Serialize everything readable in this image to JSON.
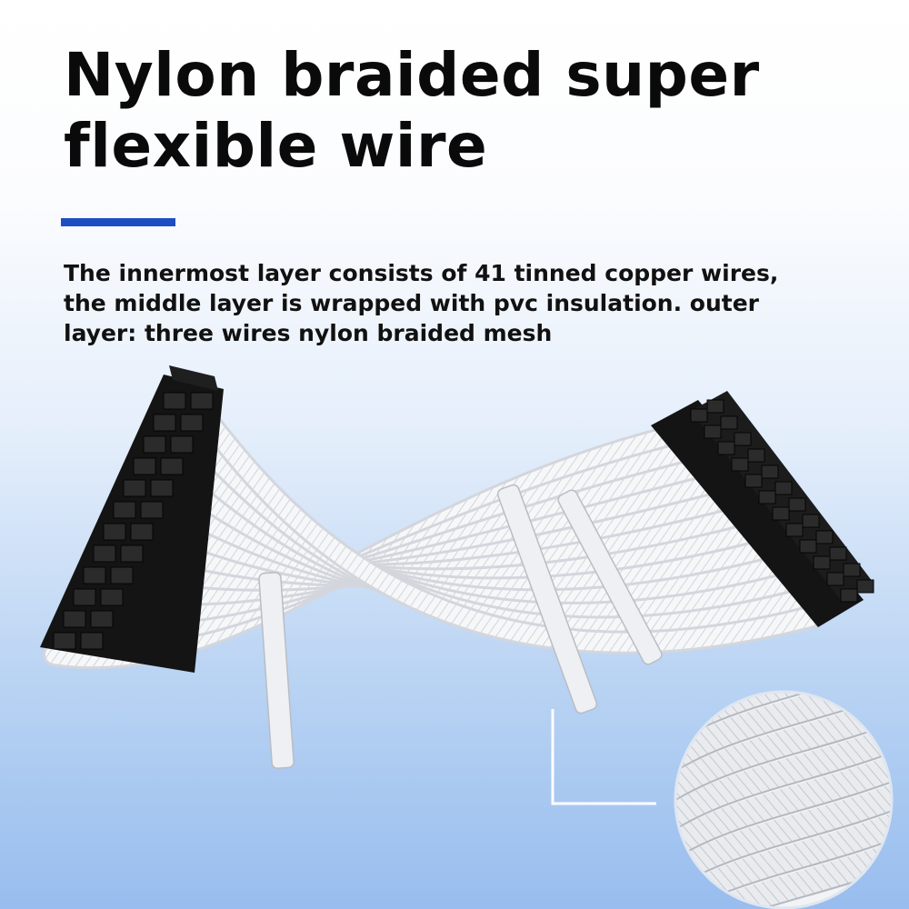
{
  "headline": {
    "line1": "Nylon braided super",
    "line2": "flexible wire"
  },
  "description": {
    "line1": "The innermost layer consists of 41 tinned copper wires,",
    "line2": "the middle layer is wrapped with pvc insulation. outer",
    "line3": "layer: three wires nylon braided mesh"
  },
  "colors": {
    "accent": "#1e4fc0",
    "cable": "#f4f5f7",
    "connector": "#141414"
  },
  "icons": {
    "product": "white-braided-extension-cable",
    "detail": "braid-closeup-magnifier"
  }
}
